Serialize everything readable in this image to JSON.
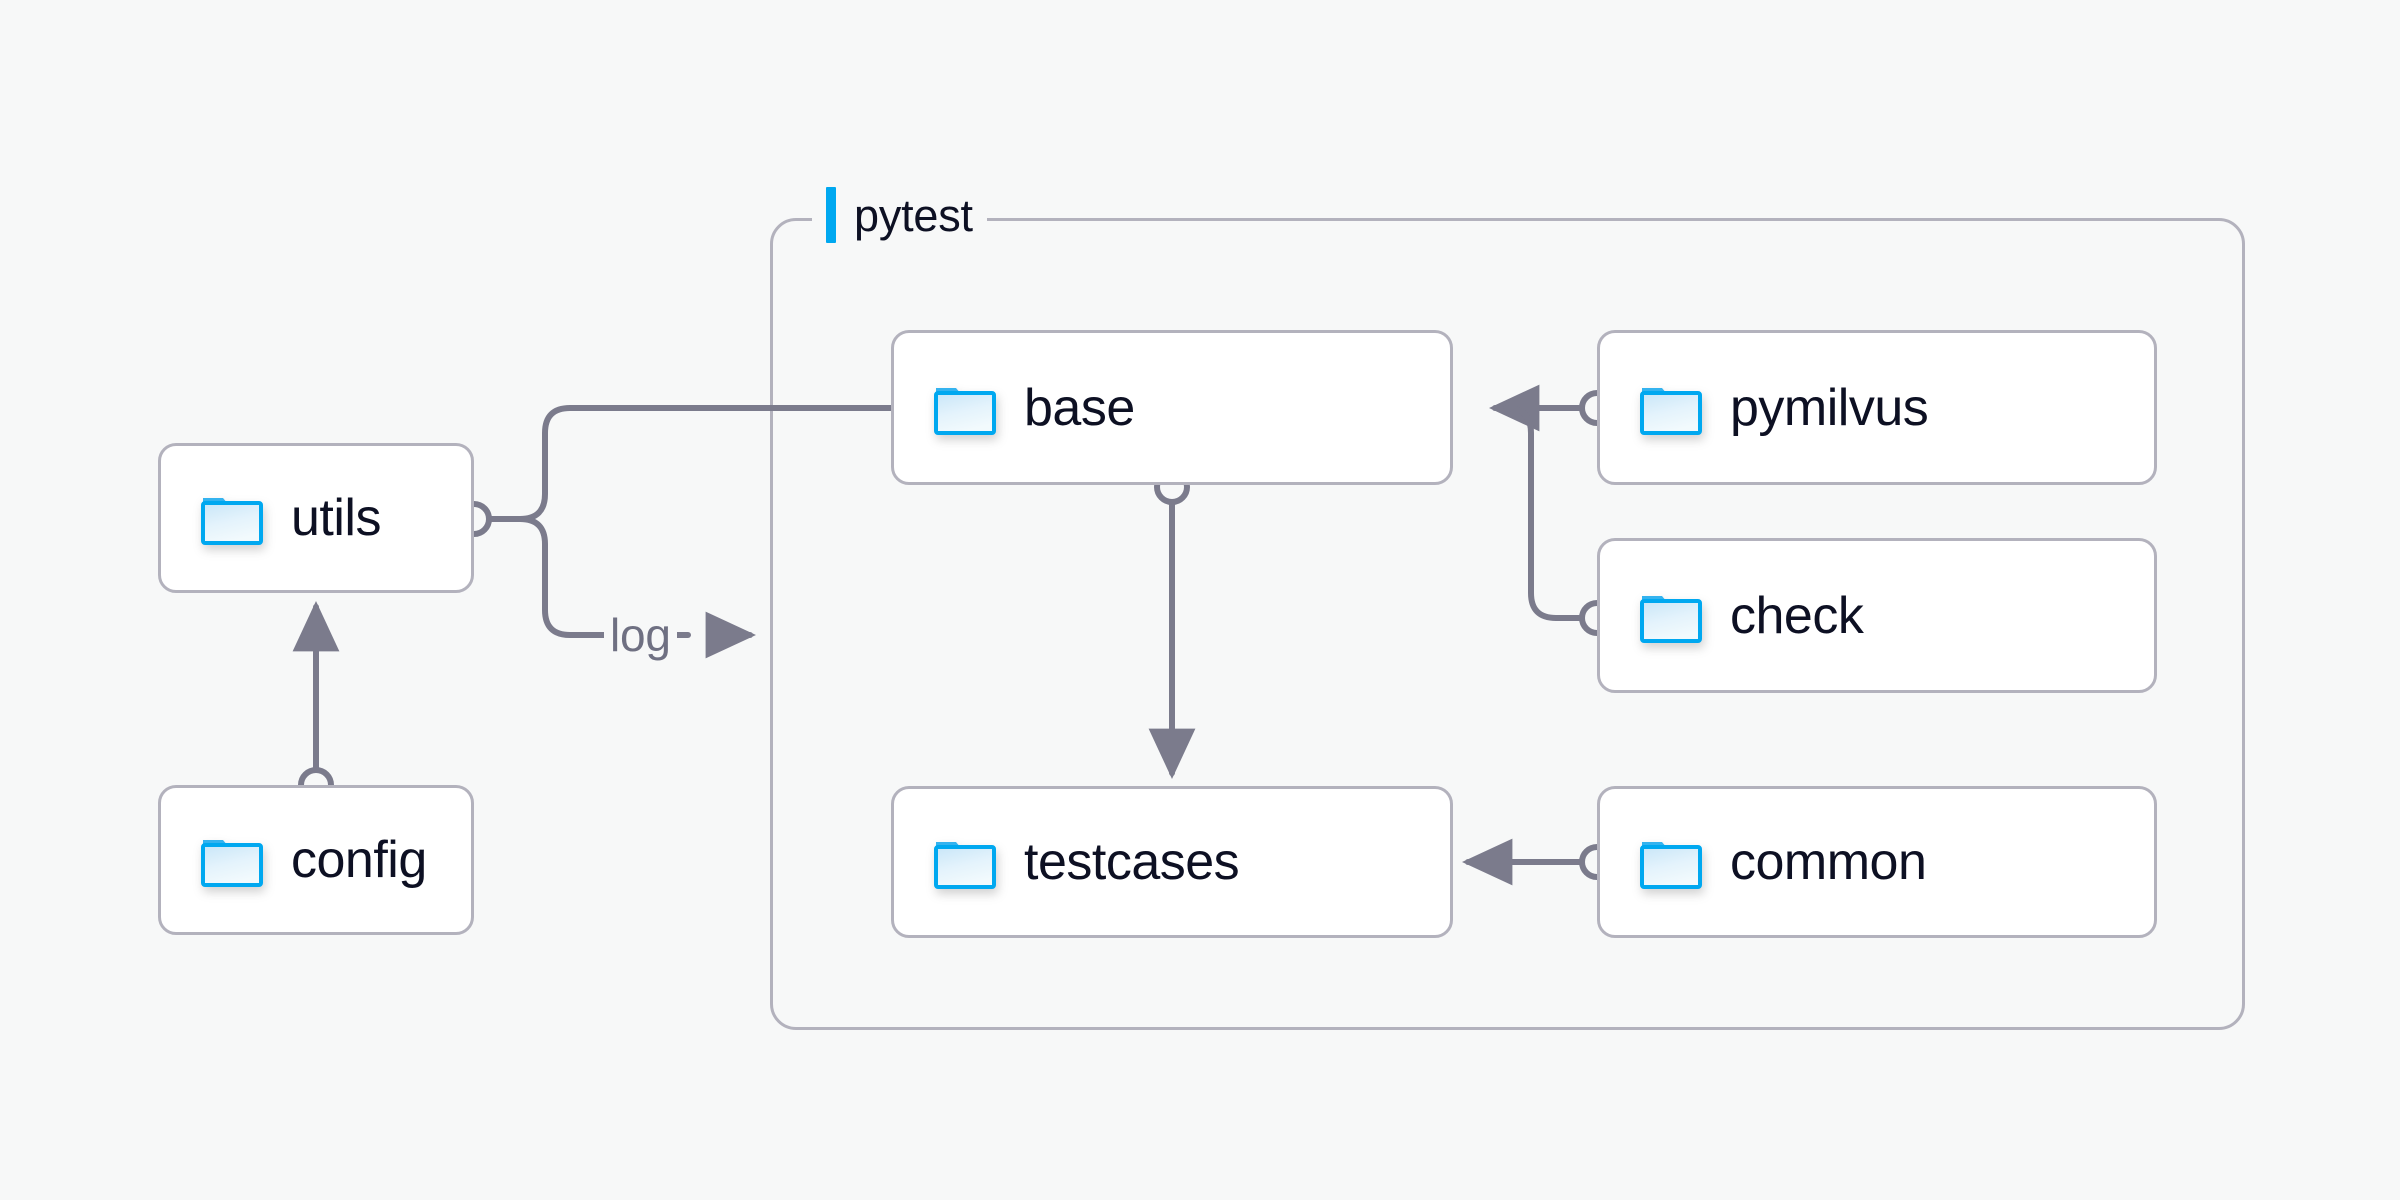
{
  "diagram": {
    "title_group": "pytest",
    "accent_color": "#00a8f0",
    "edge_color": "#7b7b8c",
    "box_border_color": "#b3b2bd",
    "box_fill": "#ffffff",
    "background": "#f7f8f8",
    "text_color": "#0d1023",
    "label_text_color": "#6f7082",
    "folder_icon_name": "folder-icon"
  },
  "nodes": {
    "utils": {
      "label": "utils",
      "icon": "folder-icon"
    },
    "config": {
      "label": "config",
      "icon": "folder-icon"
    },
    "base": {
      "label": "base",
      "icon": "folder-icon"
    },
    "testcases": {
      "label": "testcases",
      "icon": "folder-icon"
    },
    "pymilvus": {
      "label": "pymilvus",
      "icon": "folder-icon"
    },
    "check": {
      "label": "check",
      "icon": "folder-icon"
    },
    "common": {
      "label": "common",
      "icon": "folder-icon"
    }
  },
  "group": {
    "label": "pytest",
    "members": [
      "base",
      "testcases",
      "pymilvus",
      "check",
      "common"
    ]
  },
  "edges": [
    {
      "id": "config-to-utils",
      "from": "config",
      "to": "utils",
      "label": ""
    },
    {
      "id": "utils-to-base",
      "from": "utils",
      "to": "base",
      "label": ""
    },
    {
      "id": "utils-to-pytest-log",
      "from": "utils",
      "to": "pytest",
      "label": "log"
    },
    {
      "id": "base-to-testcases",
      "from": "base",
      "to": "testcases",
      "label": ""
    },
    {
      "id": "pymilvus-to-base",
      "from": "pymilvus",
      "to": "base",
      "label": ""
    },
    {
      "id": "check-to-base",
      "from": "check",
      "to": "base",
      "label": ""
    },
    {
      "id": "common-to-testcases",
      "from": "common",
      "to": "testcases",
      "label": ""
    }
  ],
  "edge_labels": {
    "log": "log"
  }
}
